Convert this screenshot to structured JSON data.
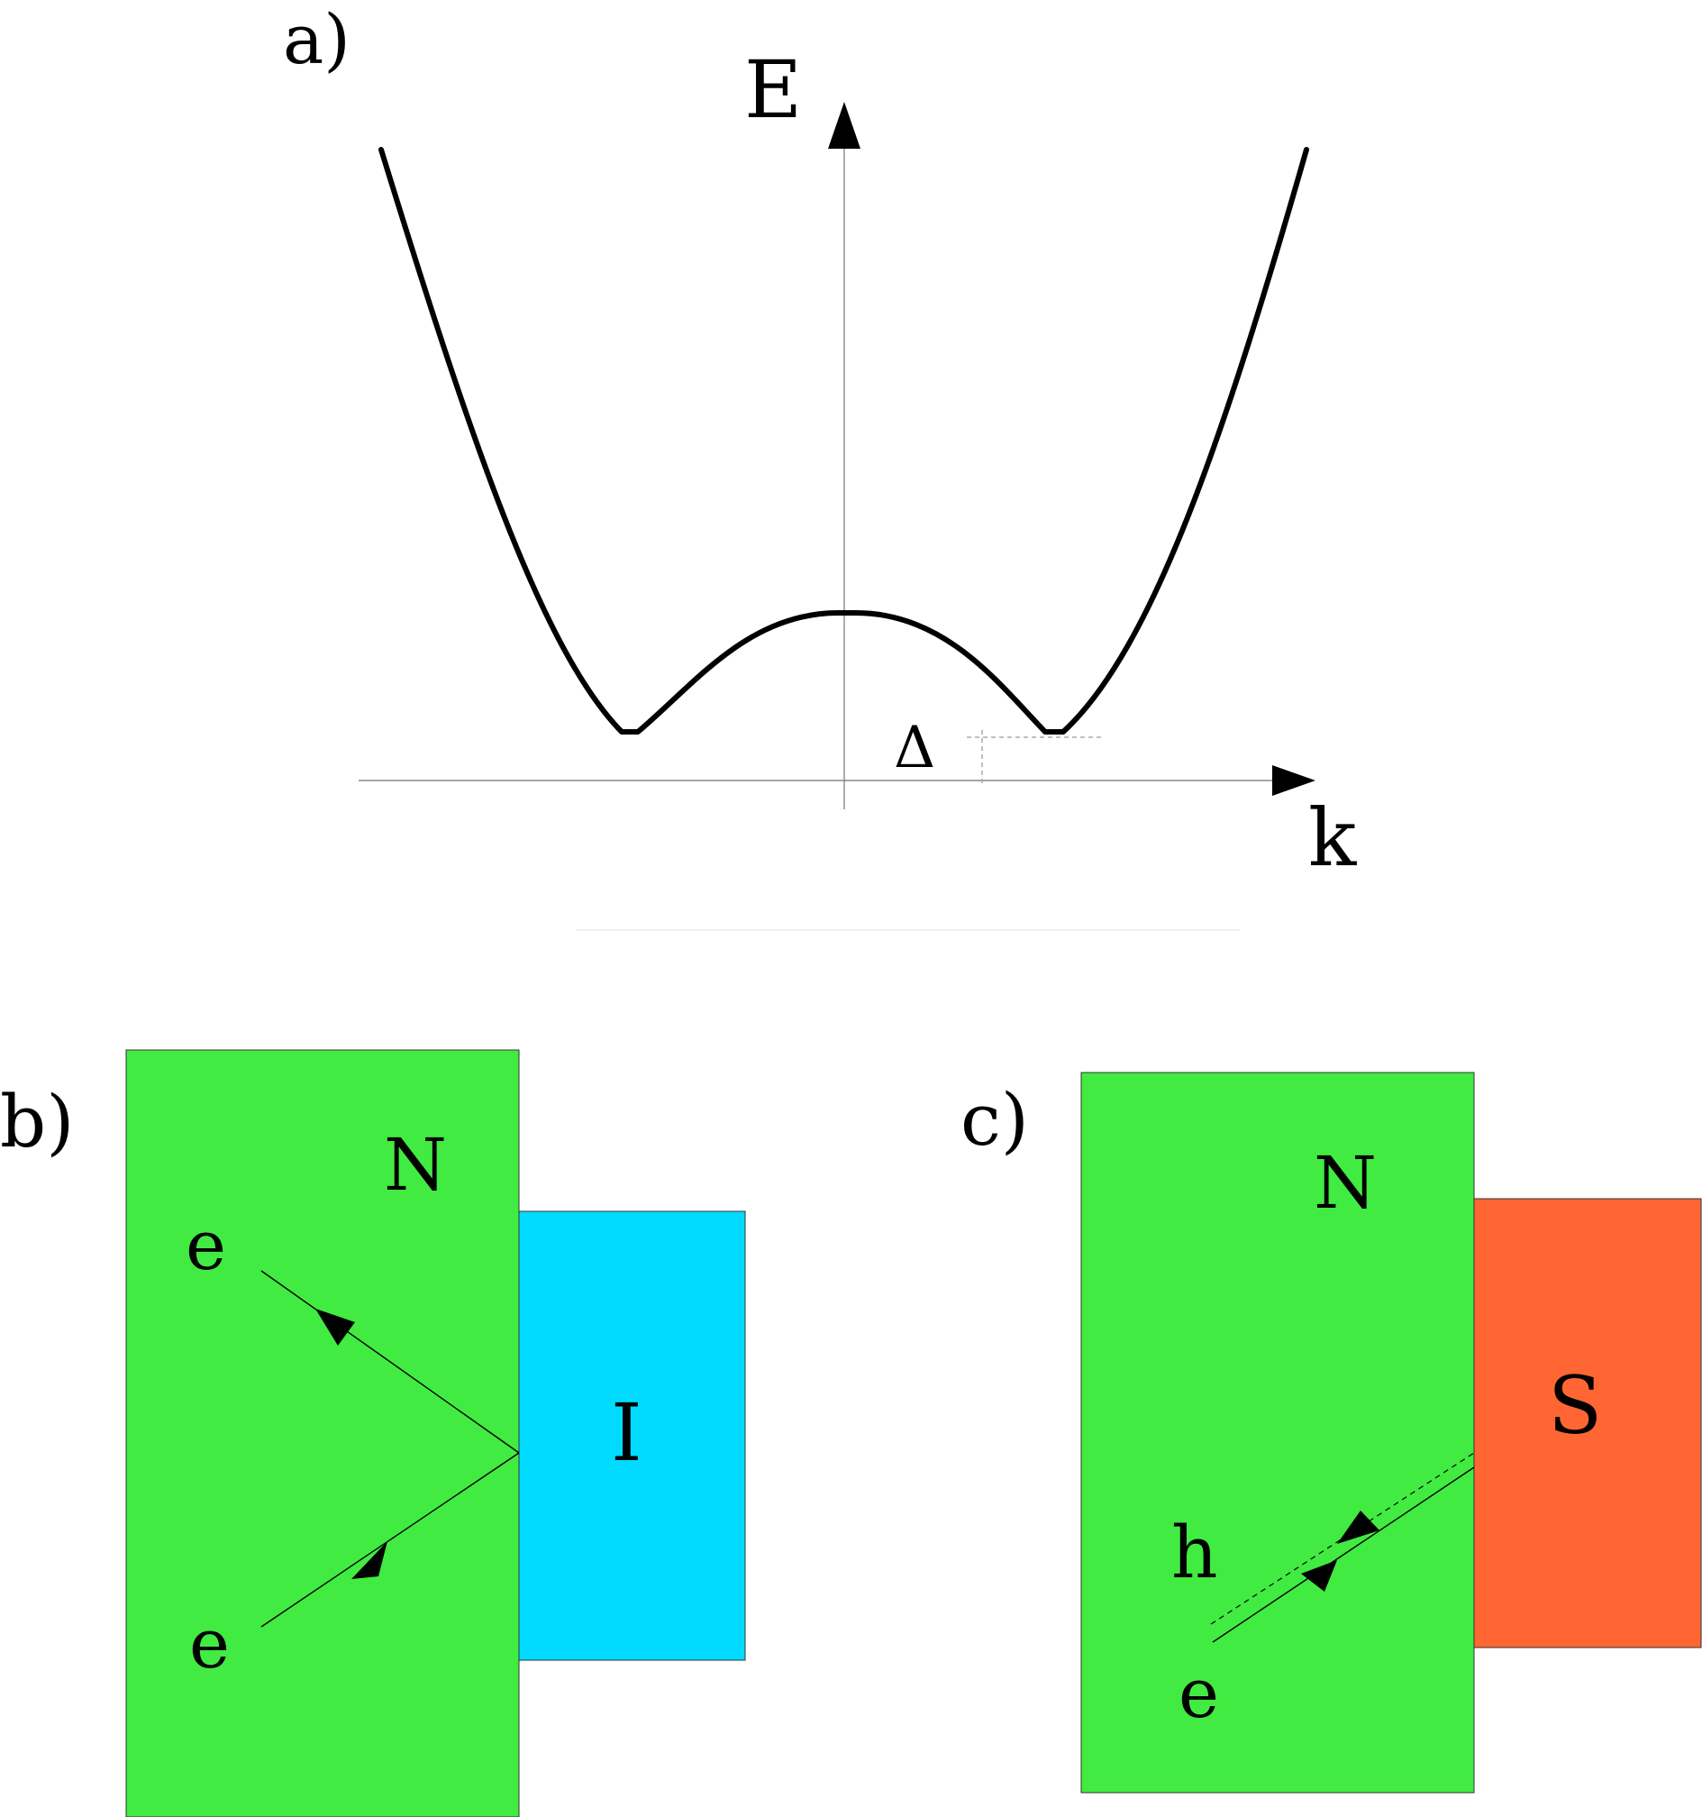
{
  "panel_a": {
    "label": "a)",
    "axis_y_label": "E",
    "axis_x_label": "k",
    "gap_label": "Δ"
  },
  "panel_b": {
    "label": "b)",
    "left_region_label": "N",
    "right_region_label": "I",
    "outgoing_particle_label": "e",
    "incoming_particle_label": "e",
    "colors": {
      "normal": "#41eb41",
      "insulator": "#00dbff"
    }
  },
  "panel_c": {
    "label": "c)",
    "left_region_label": "N",
    "right_region_label": "S",
    "reflected_particle_label": "h",
    "incoming_particle_label": "e",
    "colors": {
      "normal": "#41eb41",
      "superconductor": "#ff6633"
    }
  }
}
